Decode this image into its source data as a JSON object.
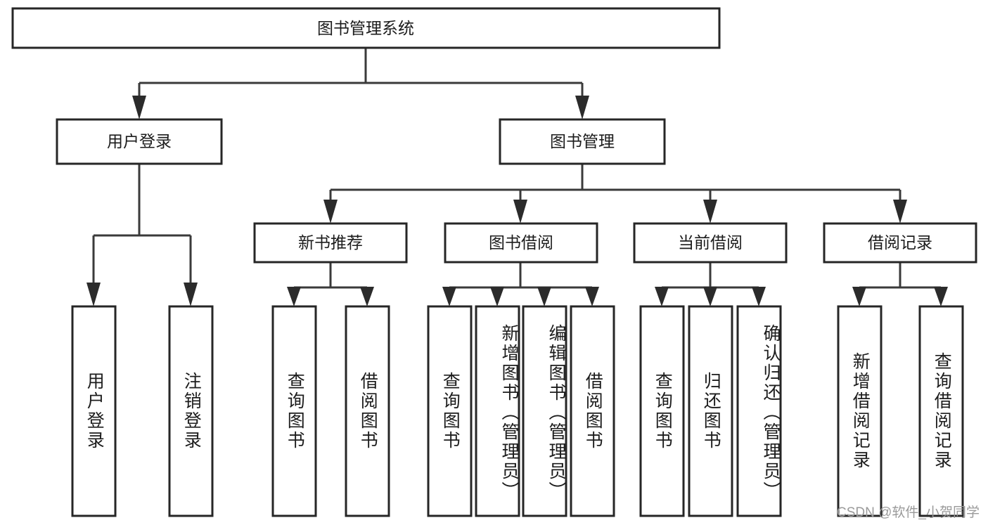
{
  "diagram": {
    "type": "tree-hierarchy",
    "title_node": {
      "id": "root",
      "label": "图书管理系统"
    },
    "levels": [
      {
        "level": 1,
        "nodes": [
          {
            "id": "root",
            "label": "图书管理系统",
            "orientation": "horizontal"
          }
        ]
      },
      {
        "level": 2,
        "nodes": [
          {
            "id": "user-login",
            "label": "用户登录",
            "orientation": "horizontal",
            "parent": "root"
          },
          {
            "id": "book-manage",
            "label": "图书管理",
            "orientation": "horizontal",
            "parent": "root"
          }
        ]
      },
      {
        "level": 3,
        "nodes": [
          {
            "id": "new-book-rec",
            "label": "新书推荐",
            "orientation": "horizontal",
            "parent": "book-manage"
          },
          {
            "id": "book-borrow",
            "label": "图书借阅",
            "orientation": "horizontal",
            "parent": "book-manage"
          },
          {
            "id": "current-borrow",
            "label": "当前借阅",
            "orientation": "horizontal",
            "parent": "book-manage"
          },
          {
            "id": "borrow-record",
            "label": "借阅记录",
            "orientation": "horizontal",
            "parent": "book-manage"
          }
        ]
      },
      {
        "level": 4,
        "nodes": [
          {
            "id": "leaf-1",
            "label": "用户登录",
            "orientation": "vertical",
            "parent": "user-login"
          },
          {
            "id": "leaf-2",
            "label": "注销登录",
            "orientation": "vertical",
            "parent": "user-login"
          },
          {
            "id": "leaf-3",
            "label": "查询图书",
            "orientation": "vertical",
            "parent": "new-book-rec"
          },
          {
            "id": "leaf-4",
            "label": "借阅图书",
            "orientation": "vertical",
            "parent": "new-book-rec"
          },
          {
            "id": "leaf-5",
            "label": "查询图书",
            "orientation": "vertical",
            "parent": "book-borrow"
          },
          {
            "id": "leaf-6",
            "label": "新增图书（管理员）",
            "orientation": "vertical",
            "parent": "book-borrow"
          },
          {
            "id": "leaf-7",
            "label": "编辑图书（管理员）",
            "orientation": "vertical",
            "parent": "book-borrow"
          },
          {
            "id": "leaf-8",
            "label": "借阅图书",
            "orientation": "vertical",
            "parent": "book-borrow"
          },
          {
            "id": "leaf-9",
            "label": "查询图书",
            "orientation": "vertical",
            "parent": "current-borrow"
          },
          {
            "id": "leaf-10",
            "label": "归还图书",
            "orientation": "vertical",
            "parent": "current-borrow"
          },
          {
            "id": "leaf-11",
            "label": "确认归还（管理员）",
            "orientation": "vertical",
            "parent": "current-borrow"
          },
          {
            "id": "leaf-12",
            "label": "新增借阅记录",
            "orientation": "vertical",
            "parent": "borrow-record"
          },
          {
            "id": "leaf-13",
            "label": "查询借阅记录",
            "orientation": "vertical",
            "parent": "borrow-record"
          }
        ]
      }
    ],
    "colors": {
      "node_fill": "#ffffff",
      "node_stroke": "#262626",
      "edge_stroke": "#3a3a3a",
      "text": "#1c1c1c",
      "background": "#ffffff",
      "watermark": "#9a9a9a"
    }
  },
  "watermark": {
    "text": "CSDN @软件_小贺同学"
  }
}
